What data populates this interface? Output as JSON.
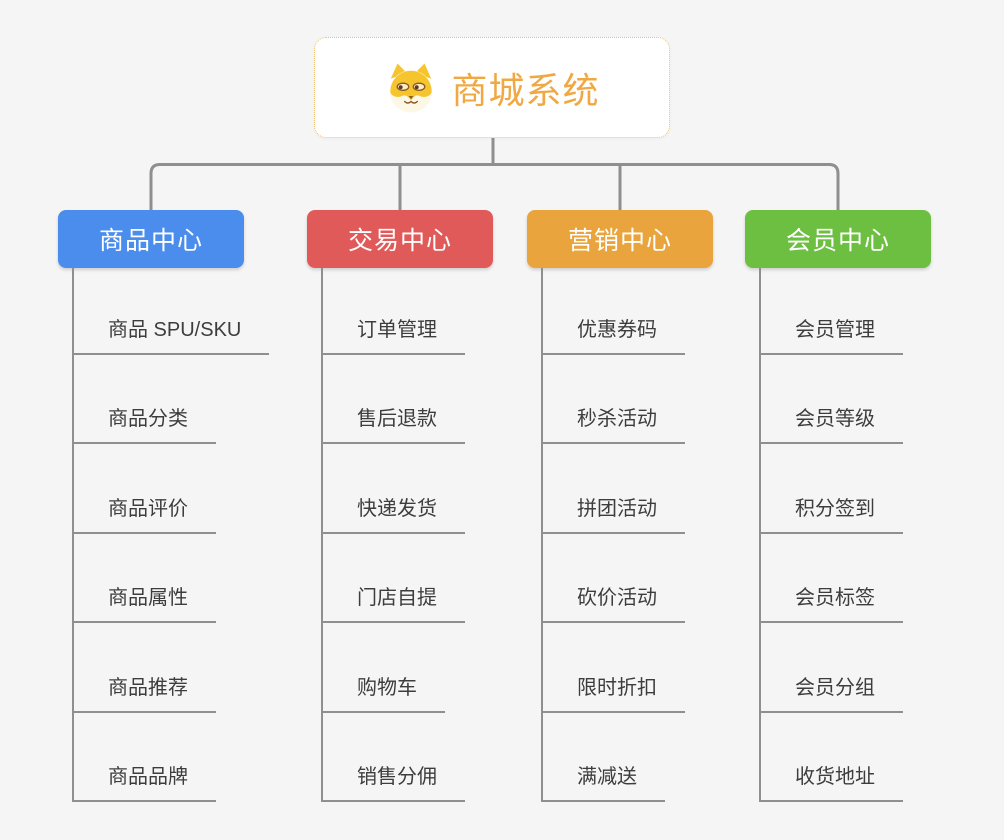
{
  "page": {
    "background": "#f5f5f5"
  },
  "root": {
    "title": "商城系统",
    "icon": "shiba-dog-icon",
    "title_color": "#f0a843",
    "border_color": "#f4bc6a"
  },
  "connectors": {
    "line_color": "#8f8f8f",
    "text_color": "#3d3d3d"
  },
  "branches": [
    {
      "label": "商品中心",
      "color": "#4a8dec",
      "children": [
        "商品 SPU/SKU",
        "商品分类",
        "商品评价",
        "商品属性",
        "商品推荐",
        "商品品牌"
      ]
    },
    {
      "label": "交易中心",
      "color": "#e15a5a",
      "children": [
        "订单管理",
        "售后退款",
        "快递发货",
        "门店自提",
        "购物车",
        "销售分佣"
      ]
    },
    {
      "label": "营销中心",
      "color": "#e9a43d",
      "children": [
        "优惠券码",
        "秒杀活动",
        "拼团活动",
        "砍价活动",
        "限时折扣",
        "满减送"
      ]
    },
    {
      "label": "会员中心",
      "color": "#6dbf41",
      "children": [
        "会员管理",
        "会员等级",
        "积分签到",
        "会员标签",
        "会员分组",
        "收货地址"
      ]
    }
  ]
}
